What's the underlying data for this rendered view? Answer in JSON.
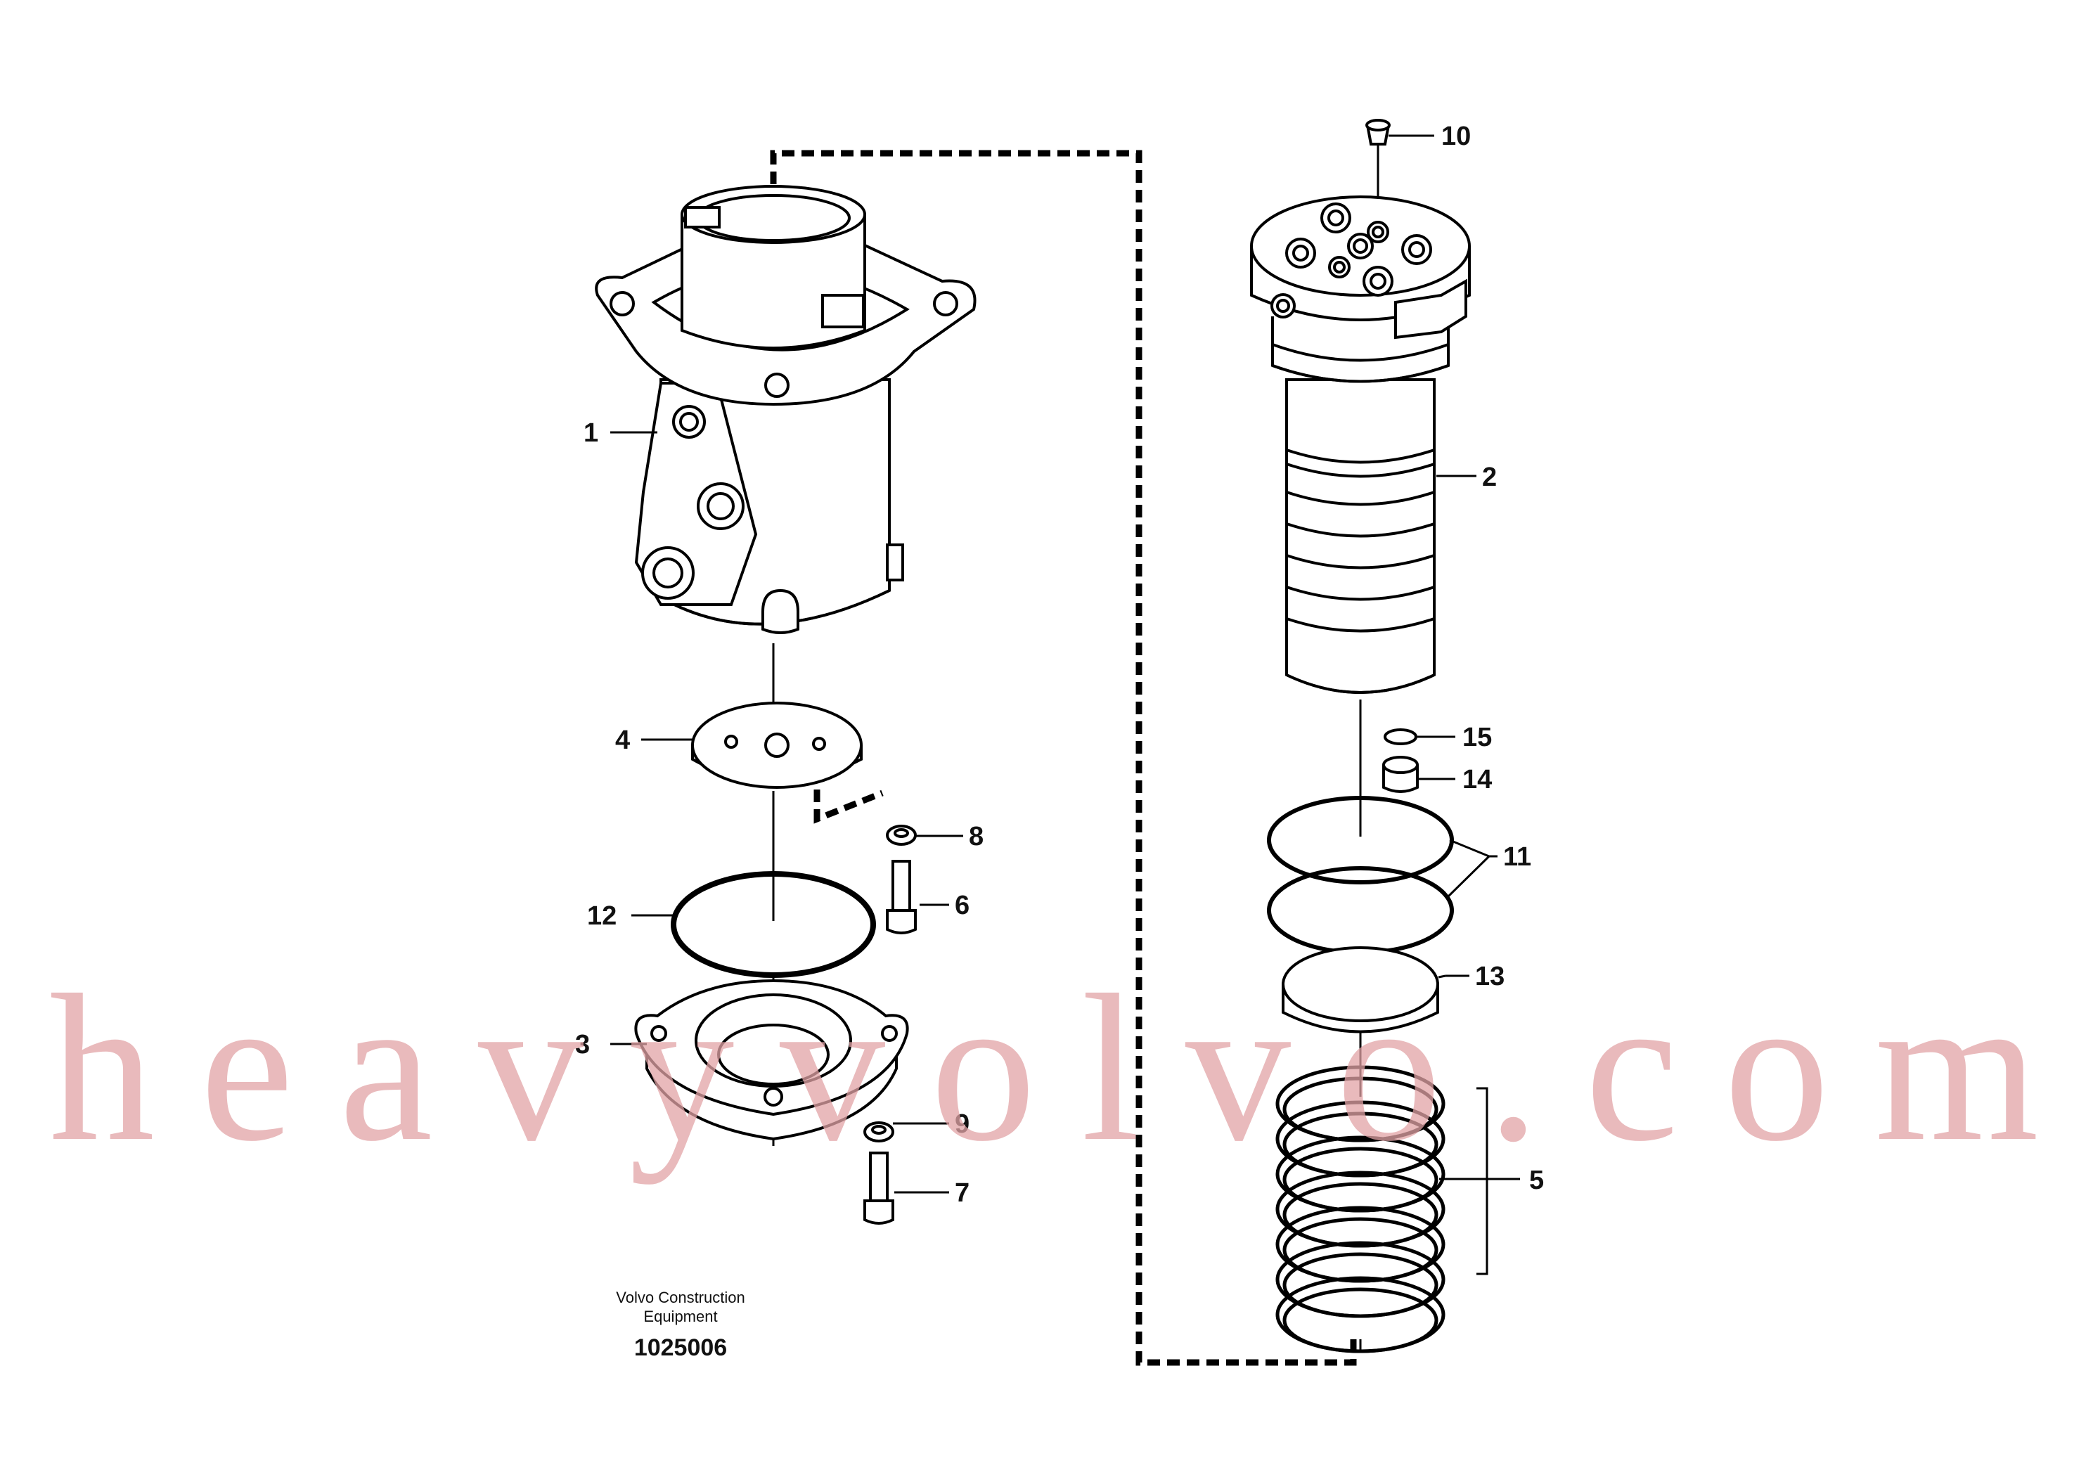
{
  "diagram": {
    "caption_line1": "Volvo Construction",
    "caption_line2": "Equipment",
    "document_number": "1025006",
    "watermark": "heavyvolvo.com",
    "callouts": [
      {
        "id": "1",
        "label": "1"
      },
      {
        "id": "2",
        "label": "2"
      },
      {
        "id": "3",
        "label": "3"
      },
      {
        "id": "4",
        "label": "4"
      },
      {
        "id": "5",
        "label": "5"
      },
      {
        "id": "6",
        "label": "6"
      },
      {
        "id": "7",
        "label": "7"
      },
      {
        "id": "8",
        "label": "8"
      },
      {
        "id": "9",
        "label": "9"
      },
      {
        "id": "10",
        "label": "10"
      },
      {
        "id": "11",
        "label": "11"
      },
      {
        "id": "12",
        "label": "12"
      },
      {
        "id": "13",
        "label": "13"
      },
      {
        "id": "14",
        "label": "14"
      },
      {
        "id": "15",
        "label": "15"
      }
    ]
  }
}
